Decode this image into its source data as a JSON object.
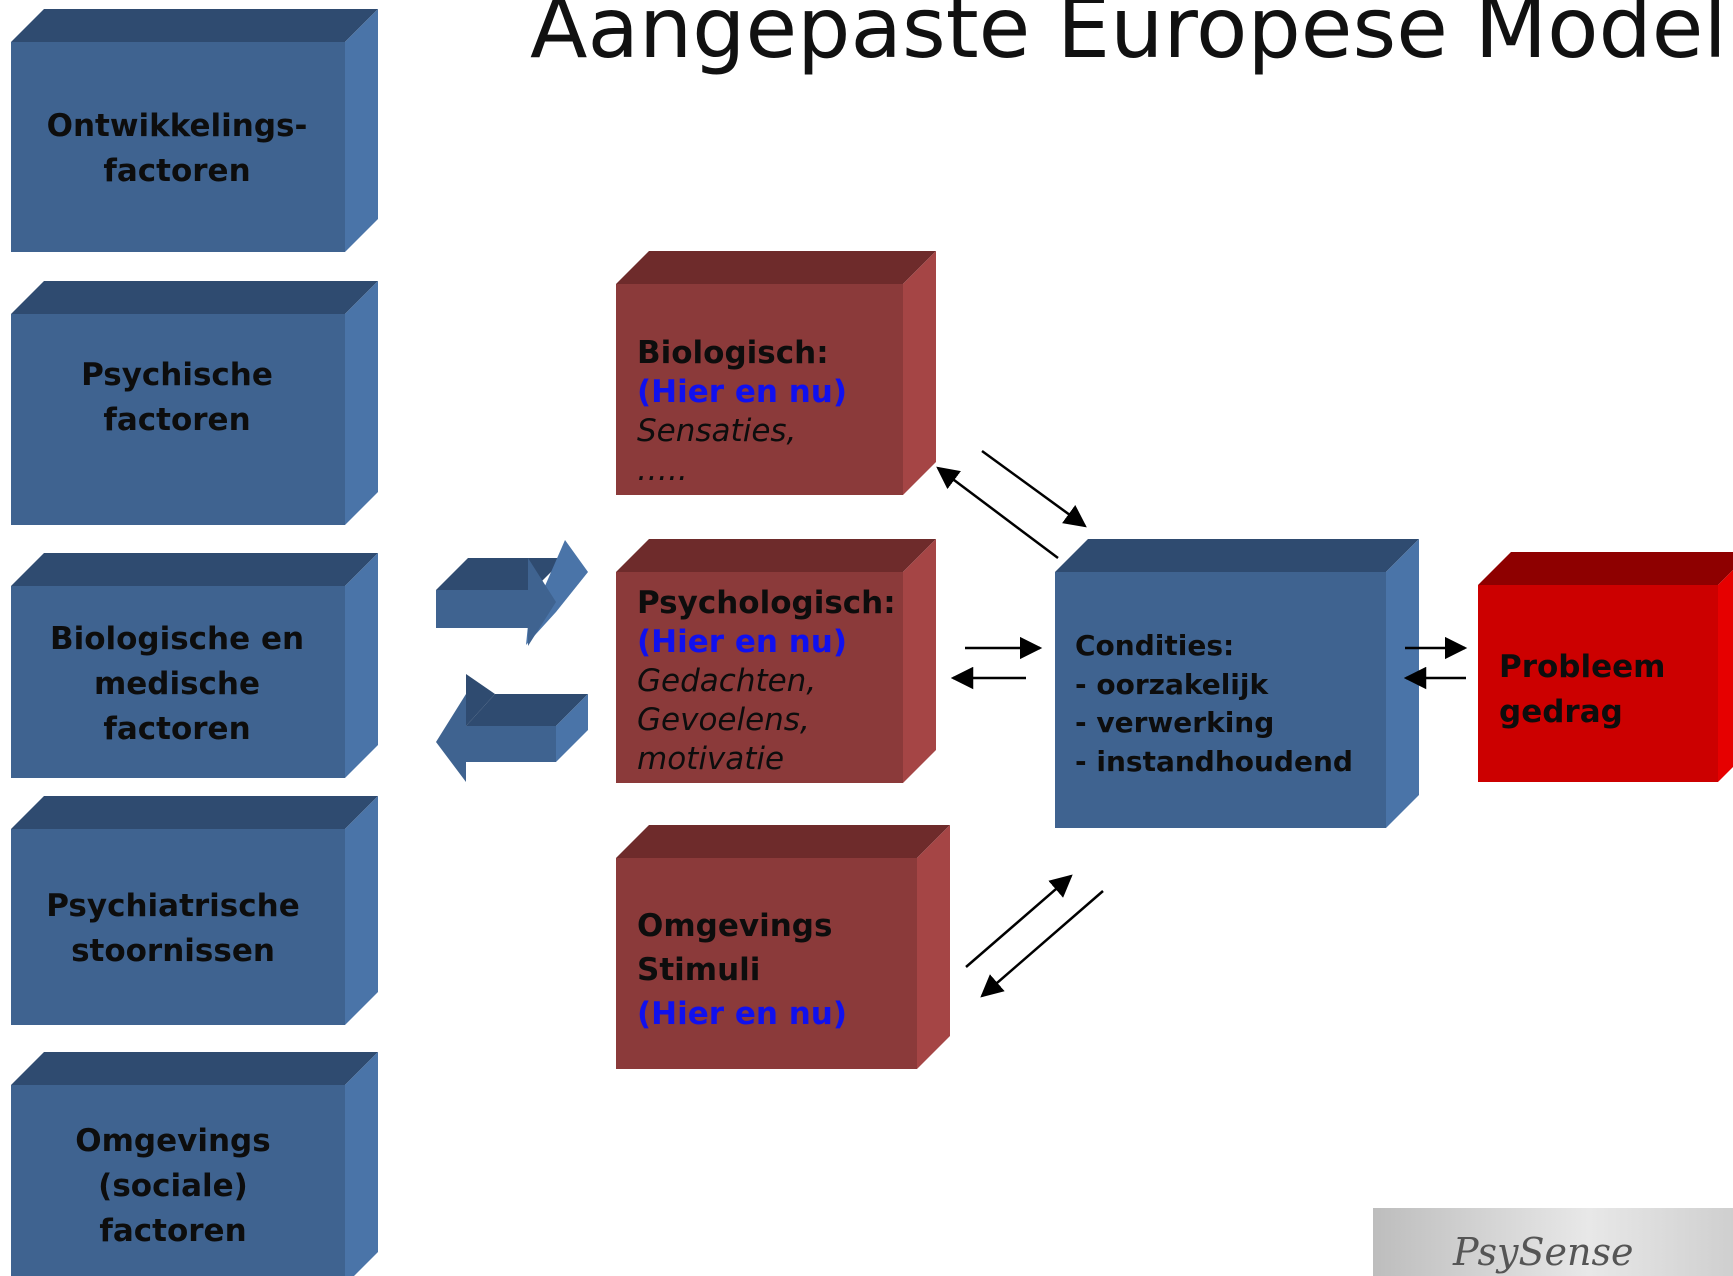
{
  "title": "Aangepaste Europese Model",
  "left_factors": [
    {
      "lines": [
        "Ontwikkelings-",
        "factoren"
      ]
    },
    {
      "lines": [
        "Psychische",
        "factoren"
      ]
    },
    {
      "lines": [
        "Biologische en",
        "medische",
        "factoren"
      ]
    },
    {
      "lines": [
        "Psychiatrische",
        "stoornissen"
      ]
    },
    {
      "lines": [
        "Omgevings",
        "(sociale)",
        "factoren"
      ]
    }
  ],
  "middle_boxes": {
    "biologisch": {
      "heading": "Biologisch:",
      "tag": "(Hier en nu)",
      "items": [
        "Sensaties,",
        "….."
      ]
    },
    "psychologisch": {
      "heading": "Psychologisch:",
      "tag": "(Hier en nu)",
      "items": [
        "Gedachten,",
        "Gevoelens,",
        "motivatie"
      ]
    },
    "omgevings": {
      "heading_lines": [
        "Omgevings",
        "Stimuli"
      ],
      "tag": "(Hier en nu)"
    }
  },
  "condities": {
    "heading": "Condities:",
    "items": [
      "- oorzakelijk",
      "- verwerking",
      "- instandhoudend"
    ]
  },
  "probleem": {
    "lines": [
      "Probleem",
      "gedrag"
    ]
  },
  "logo": {
    "text": "PsySense"
  },
  "colors": {
    "blue_front": "#3f6390",
    "blue_top": "#2f4b70",
    "blue_side": "#4a74a8",
    "maroon_front": "#8b3a3a",
    "maroon_top": "#6e2b2b",
    "maroon_side": "#a54545",
    "red_front": "#cc0000",
    "red_top": "#8e0000",
    "red_side": "#e60000",
    "tag_text": "#1010ee"
  }
}
